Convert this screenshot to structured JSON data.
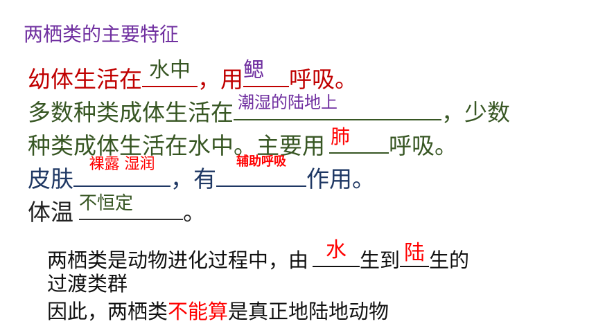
{
  "title": "两栖类的主要特征",
  "line1": {
    "prefix": "幼体生活在",
    "blank1": "水中",
    "mid": "，用",
    "blank2": "鳃",
    "suffix": "呼吸。"
  },
  "line2": {
    "prefix": "多数种类成体生活在",
    "blank1": "潮湿的陆地上",
    "suffix": "，少数"
  },
  "line3": {
    "prefix": "种类成体生活在水中。主要用",
    "blank1": "肺",
    "suffix": "呼吸。"
  },
  "line4": {
    "prefix": "皮肤",
    "blank1": "裸露 湿润",
    "mid": "，有",
    "blank2": "辅助呼吸",
    "suffix": "作用。"
  },
  "line5": {
    "prefix": "体温",
    "blank1": "不恒定",
    "suffix": "。"
  },
  "para": {
    "l1_prefix": "两栖类是动物进化过程中，由",
    "blank1": "水",
    "l1_mid": "生到",
    "blank2": "陆",
    "l1_suffix": "生的",
    "l2": "过渡类群",
    "l3_prefix": "因此，两栖类",
    "l3_highlight": "不能算",
    "l3_suffix": "是真正地陆地动物"
  },
  "colors": {
    "title": "#7030a0",
    "line1": "#c00000",
    "line2_3": "#375623",
    "line4_5": "#1f3864",
    "answer_purple": "#7030a0",
    "answer_red": "#ff0000",
    "answer_green": "#375623"
  }
}
